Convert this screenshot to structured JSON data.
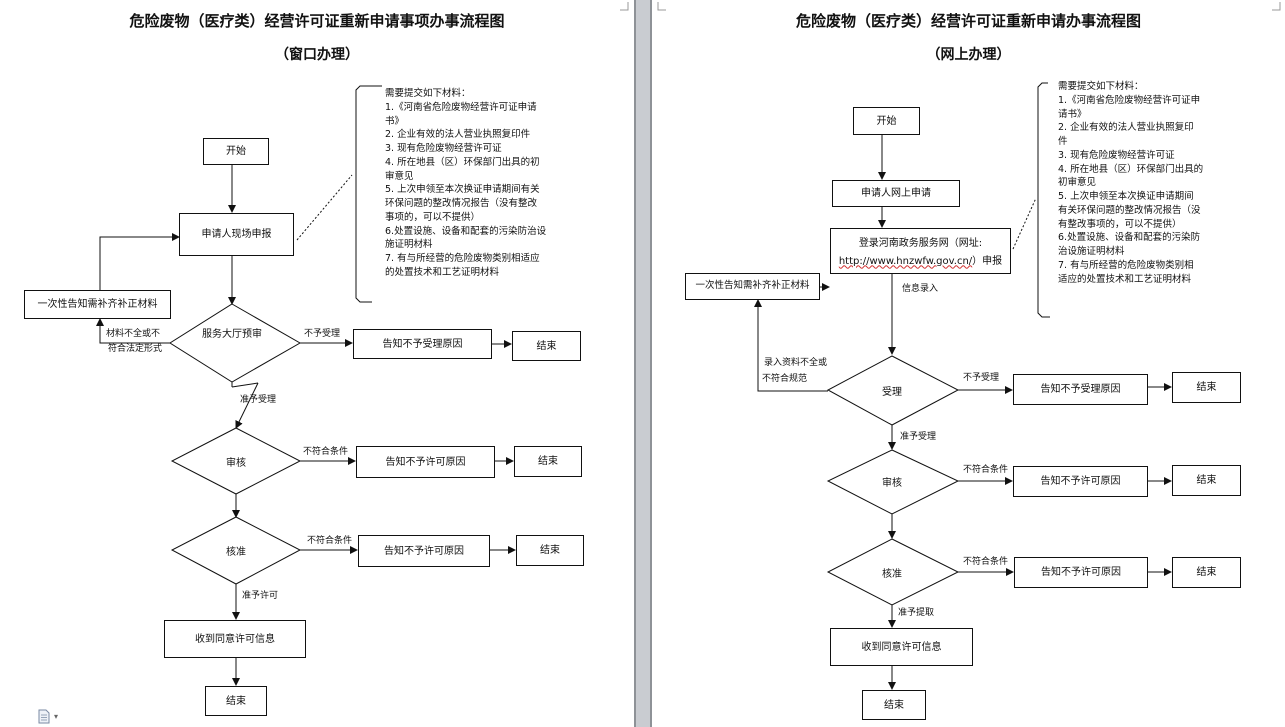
{
  "left": {
    "title": "危险废物（医疗类）经营许可证重新申请事项办事流程图",
    "subtitle": "（窗口办理）",
    "nodes": {
      "start": "开始",
      "apply": "申请人现场申报",
      "supplement": "一次性告知需补齐补正材料",
      "prereview": "服务大厅预审",
      "reject_notice": "告知不予受理原因",
      "end1": "结束",
      "review": "审核",
      "review_notice": "告知不予许可原因",
      "end2": "结束",
      "approve": "核准",
      "approve_notice": "告知不予许可原因",
      "end3": "结束",
      "receive": "收到同意许可信息",
      "end_final": "结束"
    },
    "edges": {
      "incomplete_line1": "材料不全或不",
      "incomplete_line2": "符合法定形式",
      "not_accept": "不予受理",
      "accept": "准予受理",
      "not_meet1": "不符合条件",
      "not_meet2": "不符合条件",
      "permit": "准予许可"
    },
    "materials": {
      "heading": "需要提交如下材料：",
      "items": [
        "1.《河南省危险废物经营许可证申请",
        "书》",
        "2. 企业有效的法人营业执照复印件",
        "3. 现有危险废物经营许可证",
        "4. 所在地县（区）环保部门出具的初",
        "审意见",
        "5. 上次申领至本次换证申请期间有关",
        "环保问题的整改情况报告（没有整改",
        "事项的，可以不提供）",
        "6.处置设施、设备和配套的污染防治设",
        "施证明材料",
        "7. 有与所经营的危险废物类别相适应",
        "的处置技术和工艺证明材料"
      ]
    }
  },
  "right": {
    "title": "危险废物（医疗类）经营许可证重新申请办事流程图",
    "subtitle": "（网上办理）",
    "nodes": {
      "start": "开始",
      "apply": "申请人网上申请",
      "login_line1": "登录河南政务服务网（网址:",
      "login_url": "http://www.hnzwfw.gov.cn/",
      "login_suffix": "）申报",
      "supplement": "一次性告知需补齐补正材料",
      "accept_check": "受理",
      "reject_notice": "告知不予受理原因",
      "end1": "结束",
      "review": "审核",
      "review_notice": "告知不予许可原因",
      "end2": "结束",
      "approve": "核准",
      "approve_notice": "告知不予许可原因",
      "end3": "结束",
      "receive": "收到同意许可信息",
      "end_final": "结束"
    },
    "edges": {
      "info_entry": "信息录入",
      "incomplete_line1": "录入资料不全或",
      "incomplete_line2": "不符合规范",
      "not_accept": "不予受理",
      "accept": "准予受理",
      "not_meet1": "不符合条件",
      "not_meet2": "不符合条件",
      "permit": "准予提取"
    },
    "materials": {
      "heading": "需要提交如下材料：",
      "items": [
        "1.《河南省危险废物经营许可证申",
        "请书》",
        "2. 企业有效的法人营业执照复印",
        "件",
        "3. 现有危险废物经营许可证",
        "4. 所在地县（区）环保部门出具的",
        "初审意见",
        "5. 上次申领至本次换证申请期间",
        "有关环保问题的整改情况报告（没",
        "有整改事项的，可以不提供）",
        "6.处置设施、设备和配套的污染防",
        "治设施证明材料",
        "7. 有与所经营的危险废物类别相",
        "适应的处置技术和工艺证明材料"
      ]
    }
  },
  "status_bar": {
    "icon": "document-icon"
  }
}
